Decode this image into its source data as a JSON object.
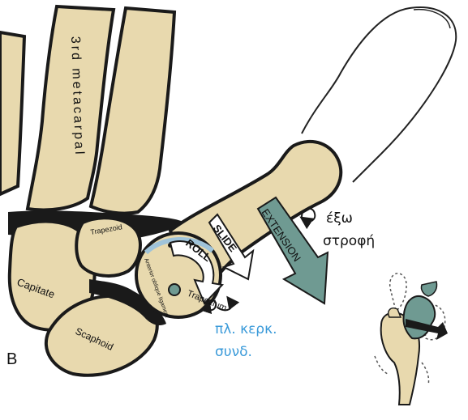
{
  "panel_letter": "B",
  "labels": {
    "third_metacarpal": "3rd metacarpal",
    "trapezoid": "Trapezoid",
    "capitate": "Capitate",
    "scaphoid": "Scaphoid",
    "trapezium": "Trapezium",
    "ligament": "Anterior oblique ligament",
    "slide": "SLIDE",
    "roll": "ROLL",
    "extension": "EXTENSION"
  },
  "annotations": {
    "external_rotation_line1": "έξω",
    "external_rotation_line2": "στροφή",
    "ligament_greek_line1": "πλ. κερκ.",
    "ligament_greek_line2": "συνδ."
  },
  "colors": {
    "bone_fill": "#e8d9ae",
    "bone_outline": "#1a1a1a",
    "arrow_fill": "#ffffff",
    "extension_arrow": "#6f9a92",
    "rider_fill": "#6f9a92",
    "horse_fill": "#e8d9ae",
    "blue_text": "#3a9ad9",
    "ligament_blue": "#9fc3d9"
  },
  "icons": {
    "rotation_arrow": "curved-arrow-icon",
    "horse_rider": "horse-rider-icon",
    "ligament_marker": "ligament-dot-icon"
  }
}
